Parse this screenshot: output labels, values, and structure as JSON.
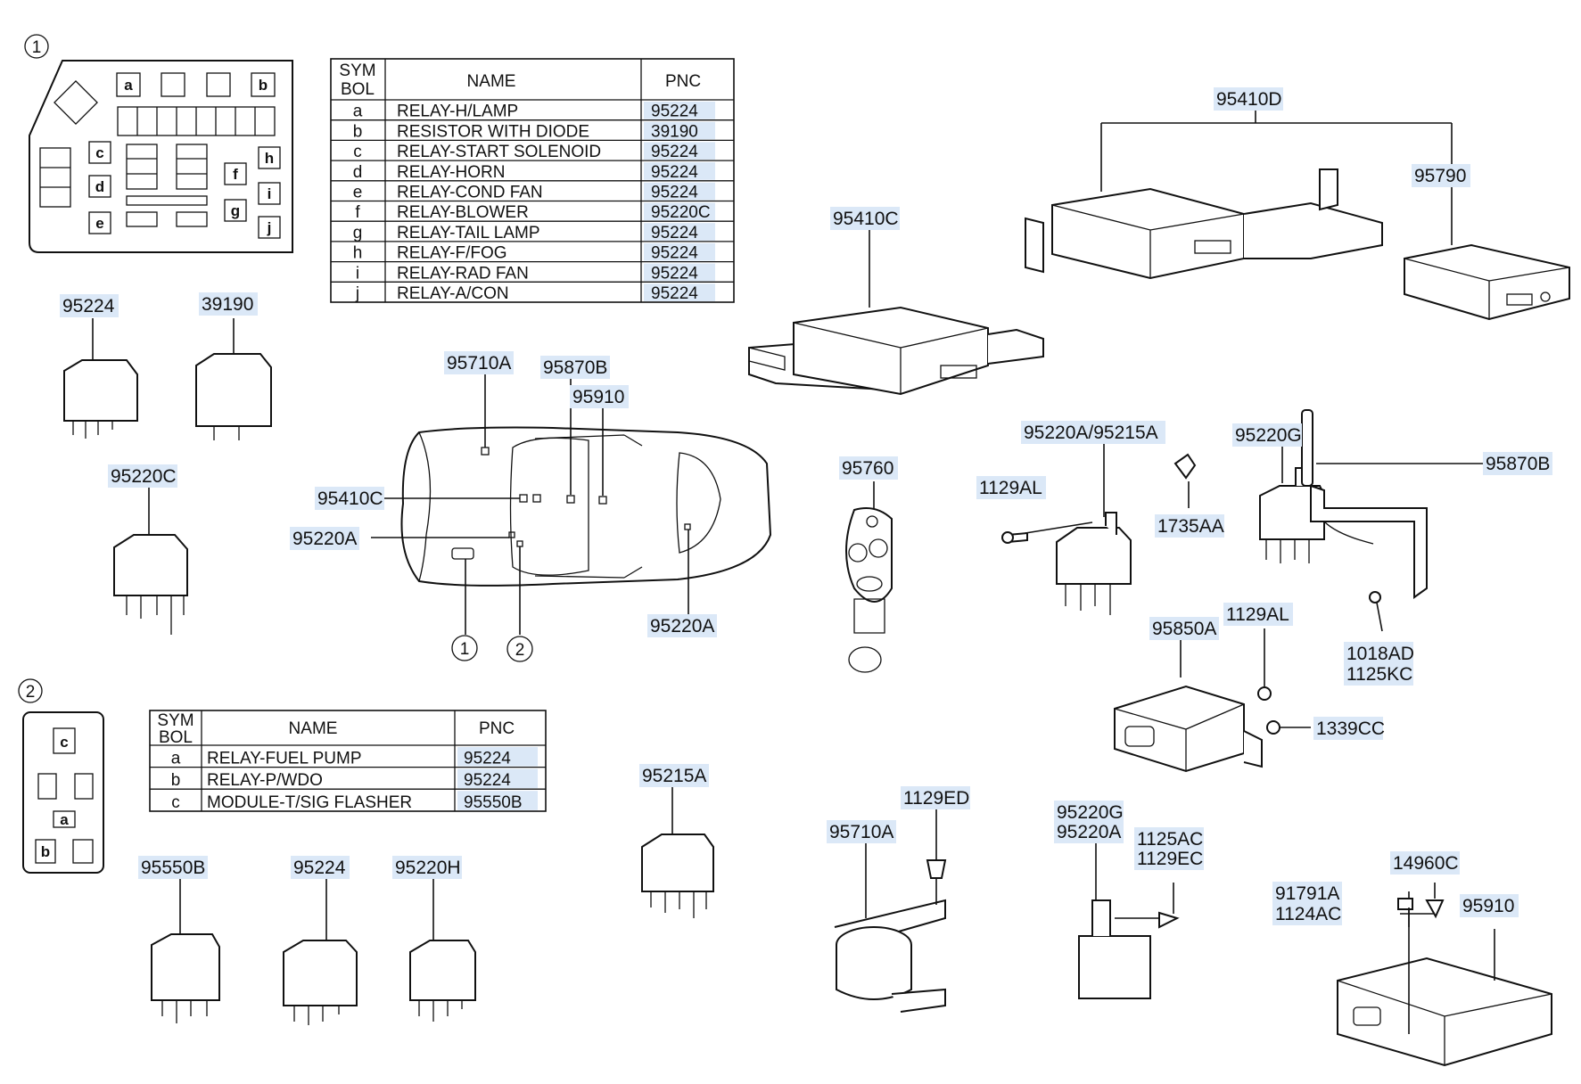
{
  "table1": {
    "symbol_label_line1": "SYM",
    "symbol_label_line2": "BOL",
    "name_label": "NAME",
    "pnc_label": "PNC",
    "rows": [
      {
        "sym": "a",
        "name": "RELAY-H/LAMP",
        "pnc": "95224"
      },
      {
        "sym": "b",
        "name": "RESISTOR WITH DIODE",
        "pnc": "39190"
      },
      {
        "sym": "c",
        "name": "RELAY-START SOLENOID",
        "pnc": "95224"
      },
      {
        "sym": "d",
        "name": "RELAY-HORN",
        "pnc": "95224"
      },
      {
        "sym": "e",
        "name": "RELAY-COND FAN",
        "pnc": "95224"
      },
      {
        "sym": "f",
        "name": "RELAY-BLOWER",
        "pnc": "95220C"
      },
      {
        "sym": "g",
        "name": "RELAY-TAIL LAMP",
        "pnc": "95224"
      },
      {
        "sym": "h",
        "name": "RELAY-F/FOG",
        "pnc": "95224"
      },
      {
        "sym": "i",
        "name": "RELAY-RAD FAN",
        "pnc": "95224"
      },
      {
        "sym": "j",
        "name": "RELAY-A/CON",
        "pnc": "95224"
      }
    ]
  },
  "table2": {
    "symbol_label_line1": "SYM",
    "symbol_label_line2": "BOL",
    "name_label": "NAME",
    "pnc_label": "PNC",
    "rows": [
      {
        "sym": "a",
        "name": "RELAY-FUEL PUMP",
        "pnc": "95224"
      },
      {
        "sym": "b",
        "name": "RELAY-P/WDO",
        "pnc": "95224"
      },
      {
        "sym": "c",
        "name": "MODULE-T/SIG FLASHER",
        "pnc": "95550B"
      }
    ]
  },
  "circle_markers": [
    "1",
    "2"
  ],
  "box1_letters": [
    "a",
    "b",
    "c",
    "d",
    "e",
    "f",
    "g",
    "h",
    "i",
    "j"
  ],
  "box2_letters": [
    "c",
    "a",
    "b"
  ],
  "labels": {
    "p95224_top": "95224",
    "p39190": "39190",
    "p95220c": "95220C",
    "p95710a_car": "95710A",
    "p95870b_car": "95870B",
    "p95910_car": "95910",
    "p95410c_car": "95410C",
    "p95220a_car_left": "95220A",
    "p95220a_car_right": "95220A",
    "p95410c": "95410C",
    "p95410d": "95410D",
    "p95790": "95790",
    "p95760": "95760",
    "p95220a_95215a": "95220A/95215A",
    "p1129al_a": "1129AL",
    "p1735aa": "1735AA",
    "p95220g_a": "95220G",
    "p95870b": "95870B",
    "p1018ad": "1018AD",
    "p1125kc": "1125KC",
    "p95850a": "95850A",
    "p1129al_b": "1129AL",
    "p1339cc": "1339CC",
    "p95215a": "95215A",
    "p1129ed": "1129ED",
    "p95710a": "95710A",
    "p95220g_b": "95220G",
    "p95220a_b": "95220A",
    "p1125ac": "1125AC",
    "p1129ec": "1129EC",
    "p14960c": "14960C",
    "p91791a": "91791A",
    "p1124ac": "1124AC",
    "p95910": "95910",
    "p95550b": "95550B",
    "p95224_bottom": "95224",
    "p95220h": "95220H"
  }
}
